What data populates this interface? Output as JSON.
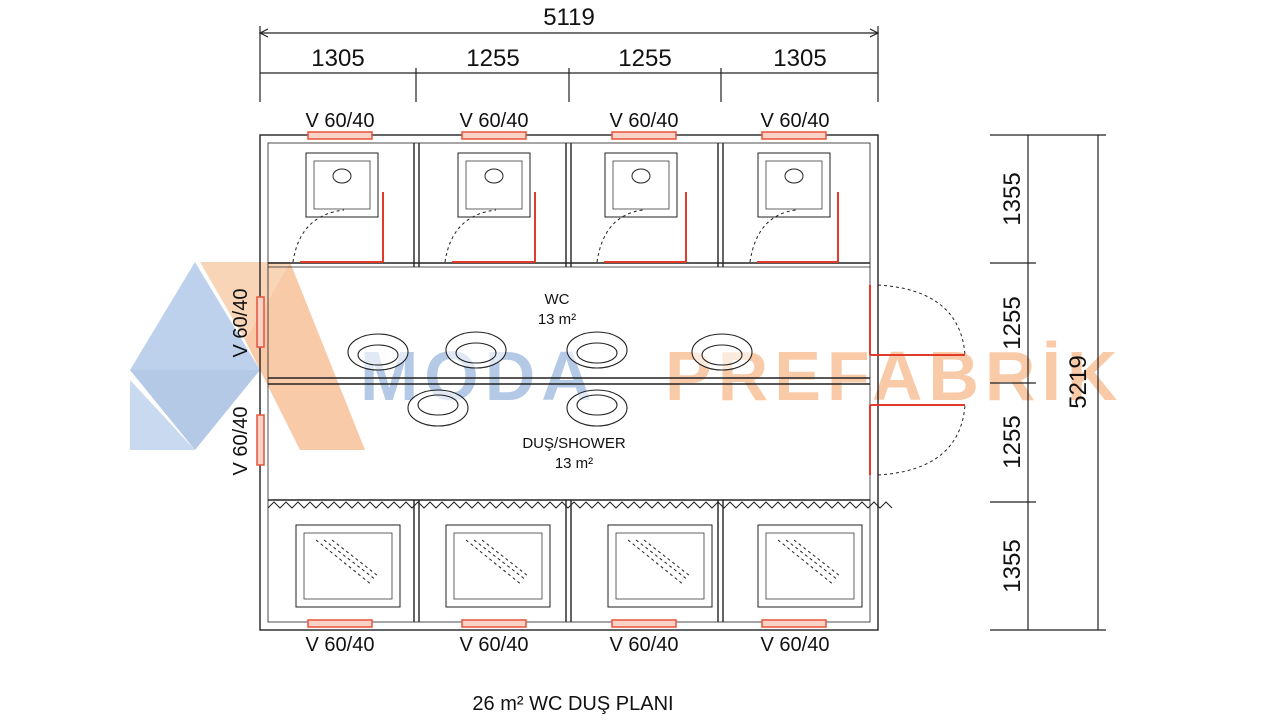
{
  "dimensions": {
    "overall_width": "5119",
    "segments_top": [
      "1305",
      "1255",
      "1255",
      "1305"
    ],
    "overall_height": "5219",
    "segments_right": [
      "1355",
      "1255",
      "1255",
      "1355"
    ]
  },
  "windows": {
    "top": [
      "V 60/40",
      "V 60/40",
      "V 60/40",
      "V 60/40"
    ],
    "bottom": [
      "V 60/40",
      "V 60/40",
      "V 60/40",
      "V 60/40"
    ],
    "left": [
      "V 60/40",
      "V 60/40"
    ]
  },
  "rooms": {
    "wc_label": "WC",
    "wc_area": "13 m²",
    "shower_label": "DUŞ/SHOWER",
    "shower_area": "13 m²"
  },
  "plan_title": "26 m² WC DUŞ PLANI",
  "watermark": {
    "part1": "MODA",
    "part2": "PREFABRİK",
    "color_blue": "#9bb8de",
    "color_orange": "#f6b98c"
  },
  "colors": {
    "line": "#222222",
    "pipe": "#e03b2a",
    "window": "#e8533c"
  }
}
